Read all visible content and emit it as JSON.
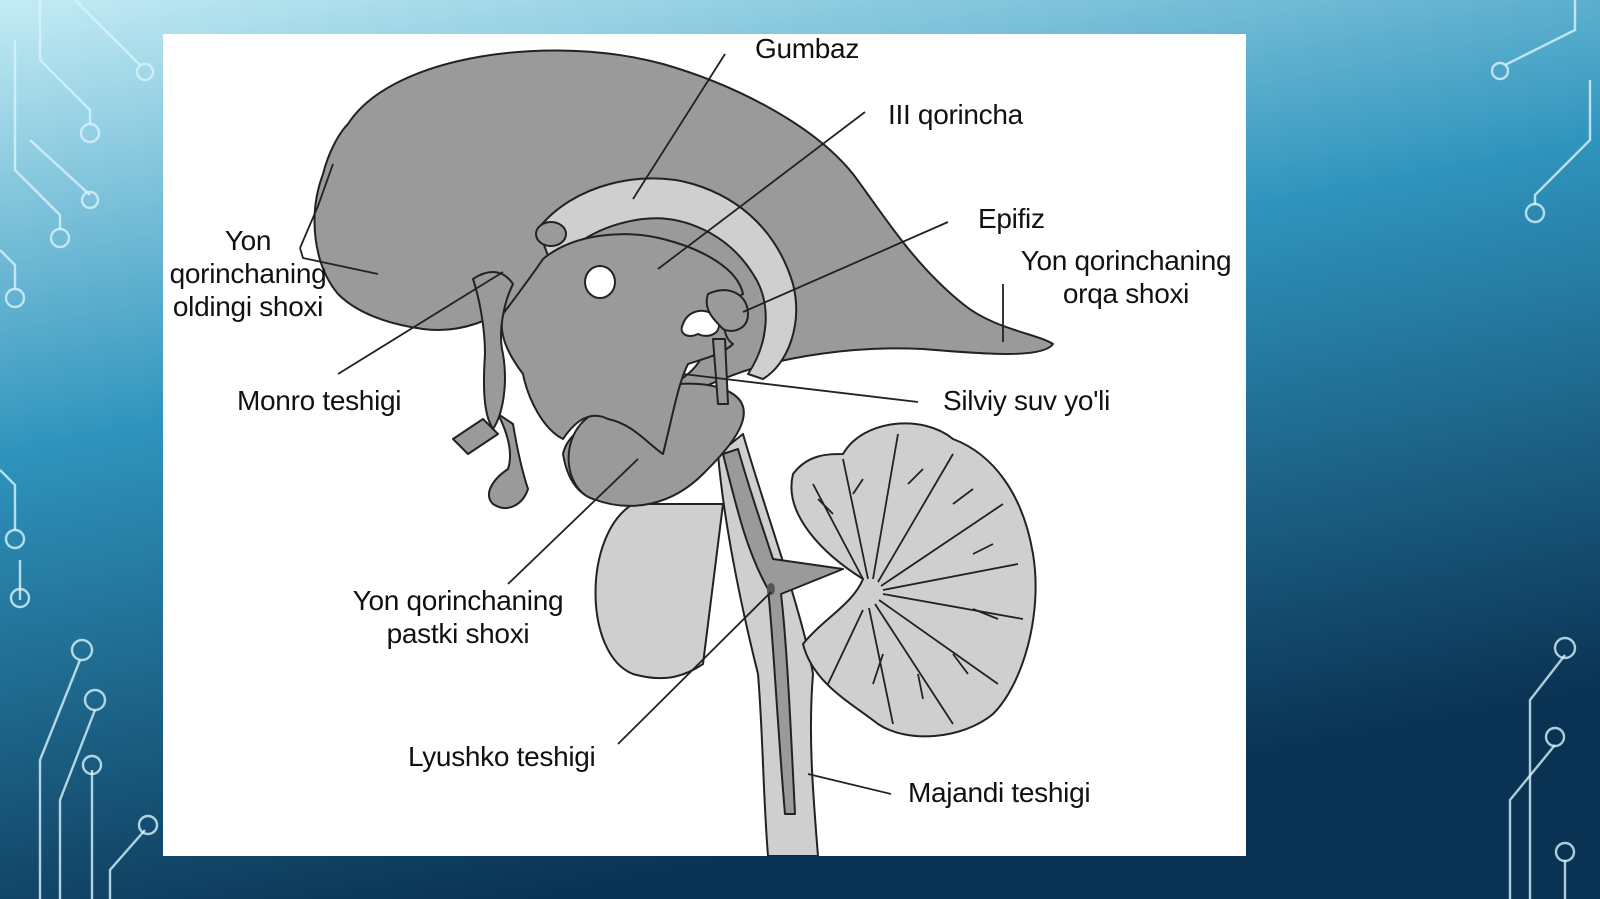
{
  "colors": {
    "bg_top": "#bde9f3",
    "bg_mid": "#2b8fb8",
    "bg_bottom": "#0b3656",
    "structure": "#9a9a9a",
    "light_structure": "#cfcfcf",
    "panel": "#ffffff"
  },
  "labels": {
    "gumbaz": "Gumbaz",
    "iii_qorincha": "III qorincha",
    "epifiz": "Epifiz",
    "yon_orqa_1": "Yon qorinchaning",
    "yon_orqa_2": "orqa shoxi",
    "yon_oldingi_1": "Yon",
    "yon_oldingi_2": "qorinchaning",
    "yon_oldingi_3": "oldingi shoxi",
    "monro": "Monro teshigi",
    "silviy": "Silviy suv yo'li",
    "yon_pastki_1": "Yon qorinchaning",
    "yon_pastki_2": "pastki shoxi",
    "lyushko": "Lyushko teshigi",
    "majandi": "Majandi teshigi"
  }
}
